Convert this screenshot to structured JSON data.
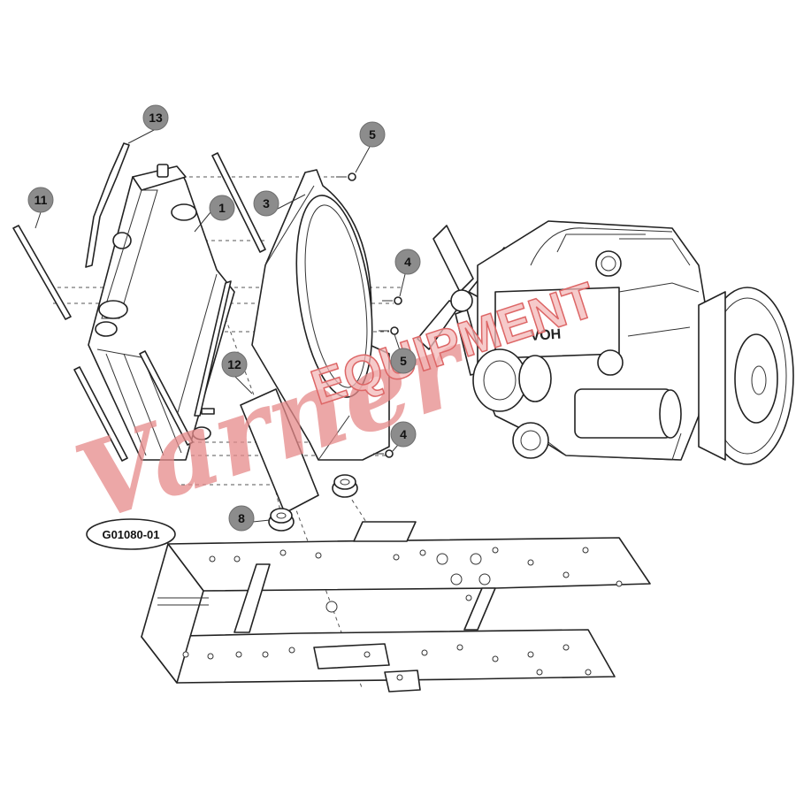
{
  "diagram": {
    "reference_code": "G01080-01",
    "callouts": [
      {
        "id": "c13",
        "label": "13"
      },
      {
        "id": "c11",
        "label": "11"
      },
      {
        "id": "c1",
        "label": "1"
      },
      {
        "id": "c3",
        "label": "3"
      },
      {
        "id": "c5a",
        "label": "5"
      },
      {
        "id": "c4a",
        "label": "4"
      },
      {
        "id": "c5b",
        "label": "5"
      },
      {
        "id": "c4b",
        "label": "4"
      },
      {
        "id": "c12",
        "label": "12"
      },
      {
        "id": "c8",
        "label": "8"
      }
    ],
    "engine_marking": "VOH",
    "watermark": {
      "brand": "Varner",
      "overlay": "EQUIPMENT"
    }
  }
}
